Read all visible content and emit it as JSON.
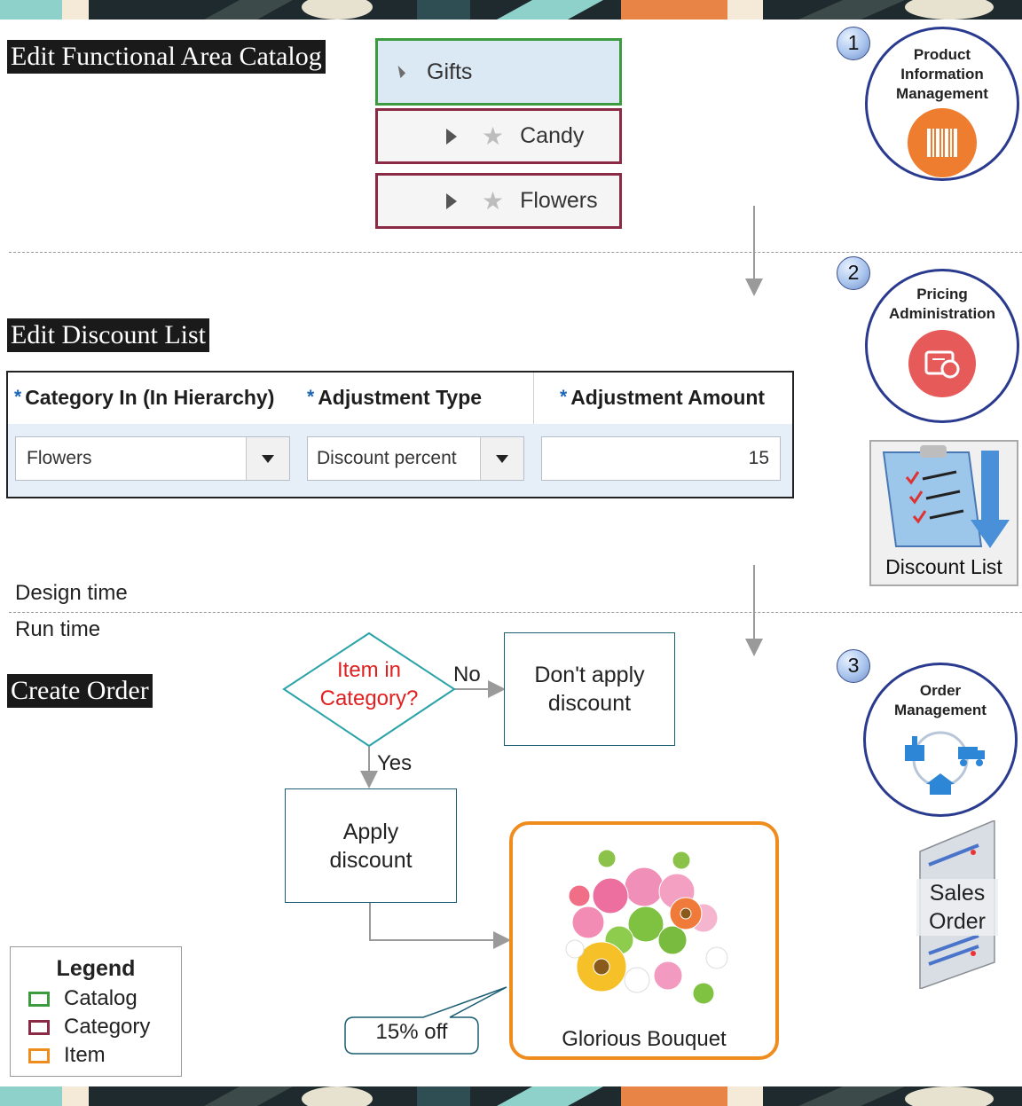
{
  "banner": {
    "colors": [
      "#1f2a2e",
      "#e98447",
      "#8ed1ca",
      "#f5e9d8",
      "#3c4a4a"
    ]
  },
  "sections": {
    "catalog_title": "Edit Functional Area Catalog",
    "discount_title": "Edit Discount List",
    "order_title": "Create Order"
  },
  "catalog_tree": {
    "catalog": {
      "label": "Gifts"
    },
    "categories": [
      {
        "label": "Candy"
      },
      {
        "label": "Flowers"
      }
    ]
  },
  "steps": [
    {
      "number": "1",
      "lines": [
        "Product",
        "Information",
        "Management"
      ],
      "icon": "barcode-icon",
      "icon_color": "#ee7d2f"
    },
    {
      "number": "2",
      "lines": [
        "Pricing",
        "Administration"
      ],
      "icon": "price-tag-icon",
      "icon_color": "#e65a5a"
    },
    {
      "number": "3",
      "lines": [
        "Order",
        "Management"
      ],
      "icon": "supply-chain-icon",
      "icon_color": "#2e86d6"
    }
  ],
  "discount_table": {
    "required_marker": "*",
    "columns": [
      "Category In (In Hierarchy)",
      "Adjustment Type",
      "Adjustment Amount"
    ],
    "row": {
      "category": "Flowers",
      "adjustment_type": "Discount percent",
      "adjustment_amount": "15"
    }
  },
  "discount_list_icon": {
    "label": "Discount List"
  },
  "sales_order_icon": {
    "line1": "Sales",
    "line2": "Order"
  },
  "time_labels": {
    "design": "Design time",
    "run": "Run time"
  },
  "flow": {
    "decision_line1": "Item in",
    "decision_line2": "Category?",
    "no_label": "No",
    "yes_label": "Yes",
    "no_box_line1": "Don't apply",
    "no_box_line2": "discount",
    "yes_box_line1": "Apply",
    "yes_box_line2": "discount"
  },
  "callout": {
    "text": "15% off"
  },
  "item": {
    "name": "Glorious Bouquet"
  },
  "legend": {
    "title": "Legend",
    "entries": [
      {
        "label": "Catalog",
        "color": "#3d9b3f"
      },
      {
        "label": "Category",
        "color": "#8b2a44"
      },
      {
        "label": "Item",
        "color": "#ef8c1e"
      }
    ]
  }
}
